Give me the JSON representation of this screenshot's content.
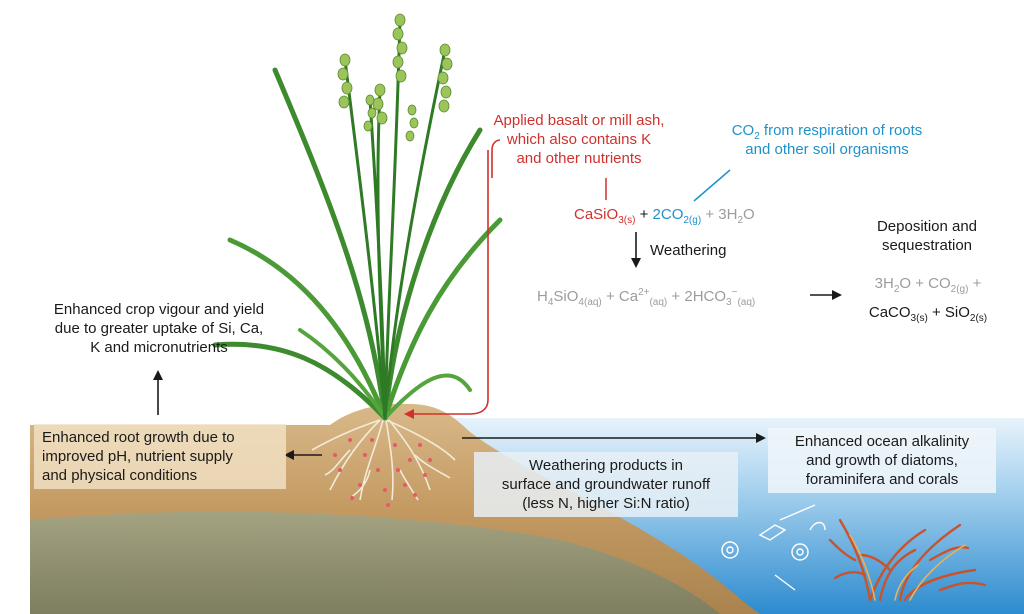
{
  "labels": {
    "applied_basalt": [
      "Applied basalt or mill ash,",
      "which also contains K",
      "and other nutrients"
    ],
    "co2_respiration": [
      "and other soil organisms"
    ],
    "co2_prefix": "CO",
    "co2_sub": "2",
    "co2_suffix": " from respiration of roots",
    "weathering": "Weathering",
    "deposition": [
      "Deposition and",
      "sequestration"
    ],
    "crop_vigour": [
      "Enhanced crop vigour and yield",
      "due to greater uptake of Si, Ca,",
      "K and micronutrients"
    ],
    "root_growth": [
      "Enhanced root growth due to",
      "improved pH, nutrient supply",
      "and physical conditions"
    ],
    "runoff": [
      "Weathering products in",
      "surface and groundwater runoff",
      "(less N, higher Si:N ratio)"
    ],
    "ocean": [
      "Enhanced ocean alkalinity",
      "and growth of diatoms,",
      "foraminifera and corals"
    ]
  },
  "equation": {
    "reactant_casio3": "CaSiO",
    "reactant_casio3_sub": "3(s)",
    "plus1": " + ",
    "reactant_co2": "2CO",
    "reactant_co2_sub": "2(g)",
    "plus2": " + 3H",
    "water_sub": "2",
    "water_end": "O",
    "product_h4sio4": "H",
    "h4_sub": "4",
    "sio4": "SiO",
    "sio4_sub": "4(aq)",
    "plus3": " + Ca",
    "ca_sup": "2+",
    "ca_sub": "(aq)",
    "plus4": " + 2HCO",
    "hco3_sub": "3",
    "hco3_sup": "−",
    "hco3_aq": "(aq)",
    "dep1_a": "3H",
    "dep1_b": "2",
    "dep1_c": "O + CO",
    "dep1_d": "2(g)",
    "dep1_e": " +",
    "dep2_a": "CaCO",
    "dep2_b": "3(s)",
    "dep2_c": " + SiO",
    "dep2_d": "2(s)"
  },
  "colors": {
    "red": "#d0312d",
    "blue": "#1e93c9",
    "soil_top": "#c9a472",
    "soil_bottom": "#8d8d6e",
    "ocean": "#5aa9dc",
    "leaf": "#3c8f2f",
    "box": "#f3e4c7"
  }
}
